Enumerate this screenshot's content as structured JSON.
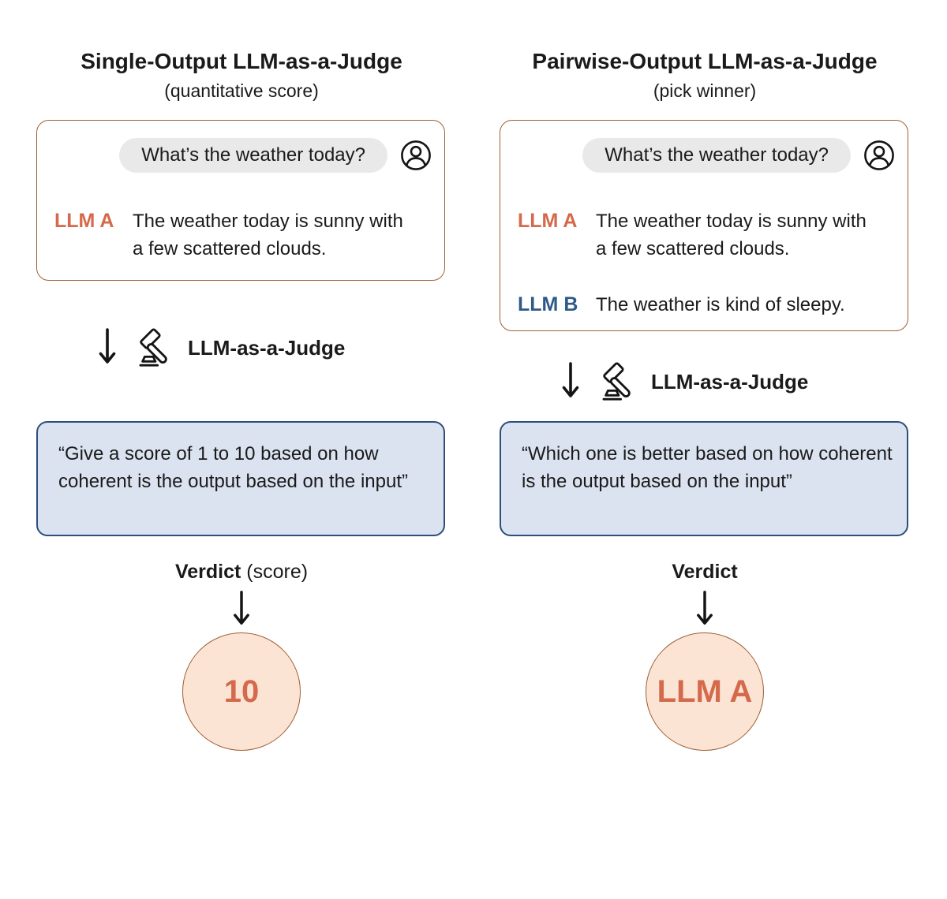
{
  "colors": {
    "text": "#1a1a1a",
    "chat_box_border": "#a05f35",
    "llm_a_accent": "#d4694b",
    "llm_b_accent": "#2e5a88",
    "user_bubble_bg": "#e9e9e9",
    "prompt_box_bg": "#dbe3f0",
    "prompt_box_border": "#2d4f7d",
    "verdict_circle_bg": "#fbe4d4",
    "verdict_circle_border": "#a05f35"
  },
  "icons": {
    "user_avatar": "user-avatar-icon",
    "gavel": "gavel-icon",
    "down_arrow": "down-arrow-icon"
  },
  "columns": [
    {
      "title": "Single-Output LLM-as-a-Judge",
      "subtitle": "(quantitative score)",
      "user_question": "What’s the weather today?",
      "responses": [
        {
          "label": "LLM A",
          "text": "The weather today is sunny with a few scattered clouds."
        }
      ],
      "judge_label": "LLM-as-a-Judge",
      "judge_prompt": "“Give a score of 1 to 10 based on how coherent is the output based on the input”",
      "verdict_title": "Verdict",
      "verdict_note": " (score)",
      "verdict_value": "10"
    },
    {
      "title": "Pairwise-Output LLM-as-a-Judge",
      "subtitle": "(pick winner)",
      "user_question": "What’s the weather today?",
      "responses": [
        {
          "label": "LLM A",
          "text": "The weather today is sunny with a few scattered clouds."
        },
        {
          "label": "LLM B",
          "text": "The weather is kind of sleepy."
        }
      ],
      "judge_label": "LLM-as-a-Judge",
      "judge_prompt": "“Which one is better based on how coherent is the output based on the input”",
      "verdict_title": "Verdict",
      "verdict_note": "",
      "verdict_value": "LLM A"
    }
  ]
}
